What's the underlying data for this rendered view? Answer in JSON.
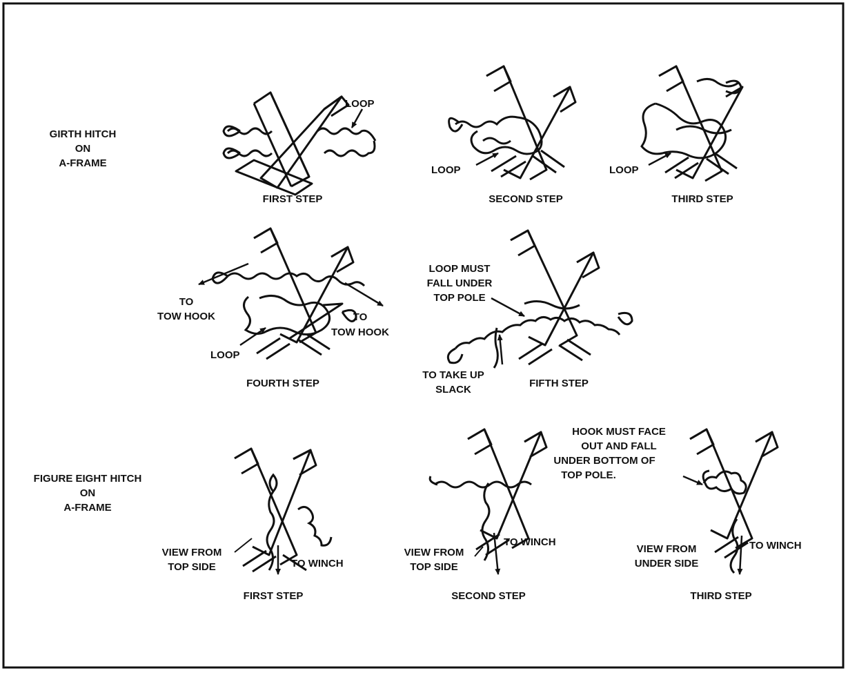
{
  "colors": {
    "ink": "#111111",
    "paper": "#ffffff"
  },
  "girth_hitch": {
    "title_lines": [
      "GIRTH HITCH",
      "ON",
      "A-FRAME"
    ],
    "first_step": {
      "caption": "FIRST STEP",
      "loop_label": "LOOP"
    },
    "second_step": {
      "caption": "SECOND STEP",
      "loop_label": "LOOP"
    },
    "third_step": {
      "caption": "THIRD STEP",
      "loop_label": "LOOP"
    },
    "fourth_step": {
      "caption": "FOURTH STEP",
      "left_tow_lines": [
        "TO",
        "TOW HOOK"
      ],
      "right_tow_lines": [
        "TO",
        "TOW HOOK"
      ],
      "loop_label": "LOOP"
    },
    "fifth_step": {
      "caption": "FIFTH STEP",
      "loop_note_lines": [
        "LOOP MUST",
        "FALL UNDER",
        "TOP POLE"
      ],
      "slack_lines": [
        "TO TAKE UP",
        "SLACK"
      ]
    }
  },
  "figure_eight_hitch": {
    "title_lines": [
      "FIGURE EIGHT HITCH",
      "ON",
      "A-FRAME"
    ],
    "first_step": {
      "caption": "FIRST STEP",
      "view_lines": [
        "VIEW FROM",
        "TOP SIDE"
      ],
      "winch_label": "TO WINCH"
    },
    "second_step": {
      "caption": "SECOND STEP",
      "view_lines": [
        "VIEW FROM",
        "TOP SIDE"
      ],
      "winch_label": "TO WINCH"
    },
    "third_step": {
      "caption": "THIRD STEP",
      "view_lines": [
        "VIEW FROM",
        "UNDER SIDE"
      ],
      "winch_label": "TO WINCH",
      "hook_note_lines": [
        "HOOK MUST FACE",
        "OUT AND FALL",
        "UNDER BOTTOM OF",
        "TOP POLE."
      ]
    }
  }
}
